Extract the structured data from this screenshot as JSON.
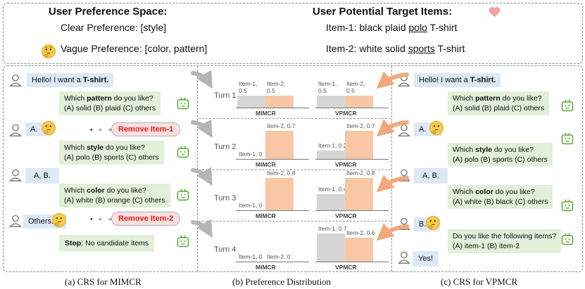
{
  "top": {
    "space_title": "User Preference Space:",
    "clear_label": "Clear  Preference:",
    "clear_value": "[style]",
    "vague_label": "Vague Preference:",
    "vague_value": "[color, pattern]",
    "target_title": "User Potential Target Items:",
    "item1_prefix": "Item-1: black plaid ",
    "item1_under": "polo",
    "item1_suffix": " T-shirt",
    "item2_prefix": "Item-2: white solid ",
    "item2_under": "sports",
    "item2_suffix": " T-shirt"
  },
  "left": {
    "greeting_pre": "Hello! I want a ",
    "greeting_bold": "T-shirt.",
    "q1_pre": "Which ",
    "q1_bold": "pattern",
    "q1_post": " do you like?",
    "q1_opts": "(A) solid  (B) plaid  (C) others",
    "a1": "A.",
    "dots": "• ∘ ∘",
    "remove1": "Remove Item-1",
    "q2_pre": "Which ",
    "q2_bold": "style",
    "q2_post": " do you like?",
    "q2_opts": "(A) polo  (B) sports (C) others",
    "a2": "A, B.",
    "q3_pre": "Which ",
    "q3_bold": "color",
    "q3_post": " do you like?",
    "q3_opts": "(A) white  (B) orange  (C) others",
    "a3": "Others.",
    "remove2": "Remove Item-2",
    "stop_bold": "Stop",
    "stop_text": ": No candidate items"
  },
  "right": {
    "greeting_pre": "Hello! I want a ",
    "greeting_bold": "T-shirt.",
    "q1_pre": "Which ",
    "q1_bold": "pattern",
    "q1_post": " do you like?",
    "q1_opts": "(A) solid  (B) plaid  (C) others",
    "a1": "A.",
    "q2_pre": "Which ",
    "q2_bold": "style",
    "q2_post": " do you like?",
    "q2_opts": "(A) polo  (B) sports (C) others",
    "a2": "A, B.",
    "q3_pre": "Which ",
    "q3_bold": "color",
    "q3_post": " do you like?",
    "q3_opts": "(A) white  (B) black  (C) others",
    "a3": "B.",
    "q4": "Do you like the following items?",
    "q4_opts": "(A) item-1 (B) item-2",
    "a4": "Yes!"
  },
  "middle": {
    "turns": [
      {
        "label": "Turn 1",
        "mimcr": [
          {
            "name": "Item-1",
            "value": 0.5,
            "label": "Item-1,\n0.5"
          },
          {
            "name": "Item-2",
            "value": 0.5,
            "label": "Item-2,\n0.5"
          }
        ],
        "vpmcr": [
          {
            "name": "Item-1",
            "value": 0.5,
            "label": "Item-1,\n0.5"
          },
          {
            "name": "Item-2",
            "value": 0.5,
            "label": "Item-2,\n0.5"
          }
        ]
      },
      {
        "label": "Turn 2",
        "mimcr": [
          {
            "name": "Item-1",
            "value": 0,
            "label": "Item-1, 0"
          },
          {
            "name": "Item-2",
            "value": 0.7,
            "label": "Item-2, 0.7"
          }
        ],
        "vpmcr": [
          {
            "name": "Item-1",
            "value": 0.2,
            "label": "Item-1, 0.2"
          },
          {
            "name": "Item-2",
            "value": 0.7,
            "label": "Item-2, 0.7"
          }
        ]
      },
      {
        "label": "Turn 3",
        "mimcr": [
          {
            "name": "Item-1",
            "value": 0,
            "label": "Item-1, 0"
          },
          {
            "name": "Item-2",
            "value": 0.8,
            "label": "Item-2, 0.8"
          }
        ],
        "vpmcr": [
          {
            "name": "Item-1",
            "value": 0.4,
            "label": "Item-1, 0.4"
          },
          {
            "name": "Item-2",
            "value": 0.8,
            "label": "Item-2, 0.8"
          }
        ]
      },
      {
        "label": "Turn 4",
        "mimcr": [
          {
            "name": "Item-1",
            "value": 0,
            "label": "Item-1, 0"
          },
          {
            "name": "Item-2",
            "value": 0,
            "label": "Item-2, 0"
          }
        ],
        "vpmcr": [
          {
            "name": "Item-1",
            "value": 0.7,
            "label": "Item-1, 0.7"
          },
          {
            "name": "Item-2",
            "value": 0.6,
            "label": "Item-2, 0.6"
          }
        ]
      }
    ],
    "mimcr_label": "MIMCR",
    "vpmcr_label": "VPMCR"
  },
  "captions": {
    "left": "(a) CRS for MIMCR",
    "middle": "(b)  Preference Distribution",
    "right": "(c) CRS for VPMCR"
  },
  "colors": {
    "item1_bar": "#d6d6d6",
    "item2_bar": "#f8c7a6",
    "user_bubble": "#dde9f7",
    "system_bubble": "#e2efd9",
    "remove_text": "#e02020",
    "arrow_gray": "#b5b5b5",
    "arrow_orange": "#f2a77c",
    "robot": "#5aa832"
  },
  "icons": {
    "user": "person-outline-icon",
    "system": "robot-icon",
    "vague": "thinking-face-icon",
    "target": "heart-icon"
  }
}
